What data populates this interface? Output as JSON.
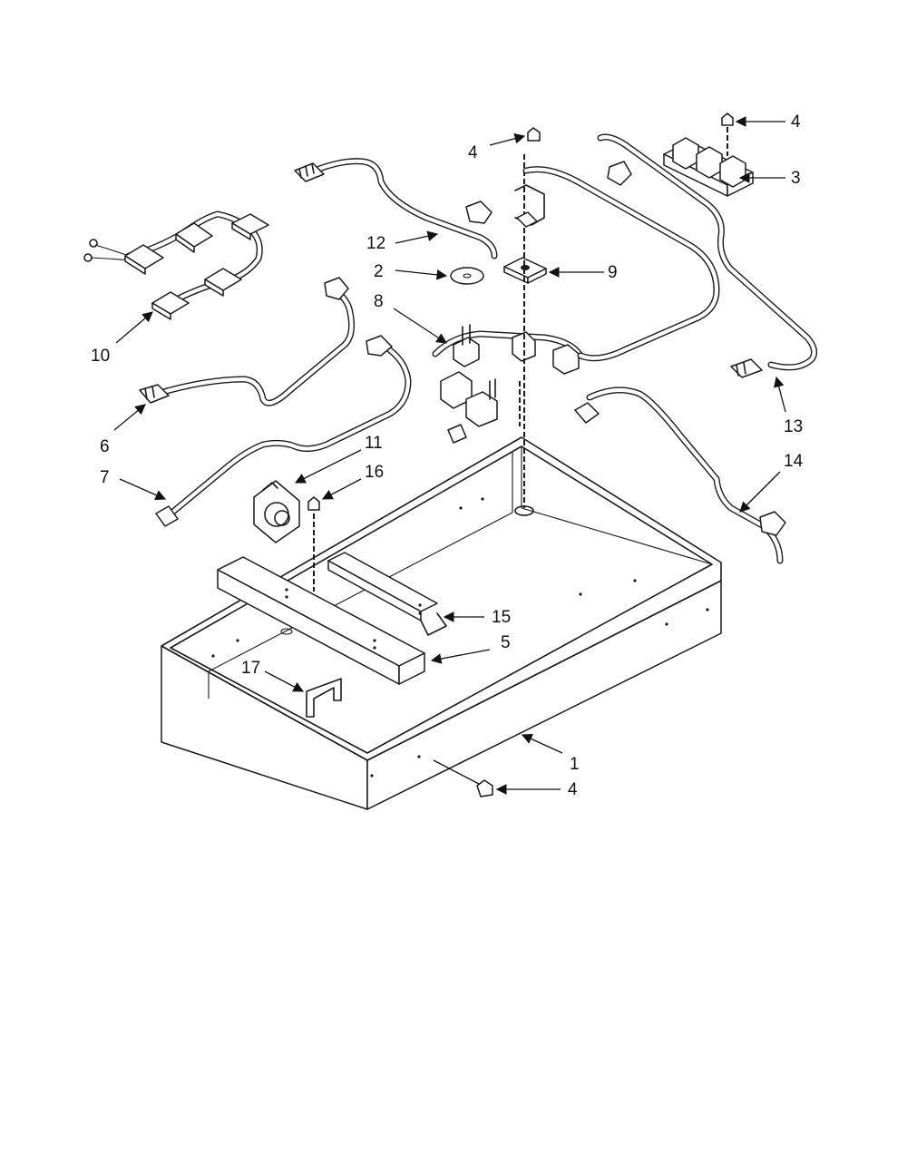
{
  "callouts": [
    {
      "id": "c1",
      "text": "1"
    },
    {
      "id": "c2",
      "text": "2"
    },
    {
      "id": "c3",
      "text": "3"
    },
    {
      "id": "c4a",
      "text": "4"
    },
    {
      "id": "c4b",
      "text": "4"
    },
    {
      "id": "c4c",
      "text": "4"
    },
    {
      "id": "c5",
      "text": "5"
    },
    {
      "id": "c6",
      "text": "6"
    },
    {
      "id": "c7",
      "text": "7"
    },
    {
      "id": "c8",
      "text": "8"
    },
    {
      "id": "c9",
      "text": "9"
    },
    {
      "id": "c10",
      "text": "10"
    },
    {
      "id": "c11",
      "text": "11"
    },
    {
      "id": "c12",
      "text": "12"
    },
    {
      "id": "c13",
      "text": "13"
    },
    {
      "id": "c14",
      "text": "14"
    },
    {
      "id": "c15",
      "text": "15"
    },
    {
      "id": "c16",
      "text": "16"
    },
    {
      "id": "c17",
      "text": "17"
    }
  ]
}
